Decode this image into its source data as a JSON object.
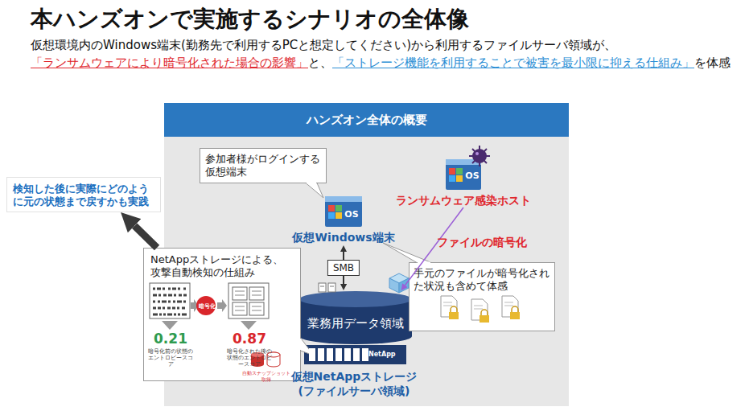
{
  "diagram": {
    "title": "本ハンズオンで実施するシナリオの全体像",
    "nodes": [
      {
        "text": [
          "ハンズオン全体の概要"
        ]
      },
      {
        "text": [
          "参加者様がログインする仮想端末"
        ],
        "in": 0
      },
      {
        "text": [
          "OS",
          "仮想Windows端末"
        ],
        "in": 0
      },
      {
        "text": [
          "OS",
          "ランサムウェア感染ホスト"
        ],
        "in": 0
      },
      {
        "text": [
          "業務用データ領域"
        ],
        "in": 0
      },
      {
        "text": [
          "NetApp",
          "仮想NetAppストレージ (ファイルサーバ領域)"
        ],
        "in": 0
      },
      {
        "text": [
          "NetAppストレージによる、攻撃自動検知の仕組み",
          "暗号化",
          "0.21",
          "暗号化前の状態のエントロピースコア",
          "0.87",
          "暗号化された後の状態のエントロピースコア",
          "自動スナップショット取得"
        ],
        "in": 0
      },
      {
        "text": [
          "手元のファイルが暗号化された状況も含めて体感"
        ],
        "in": 0
      },
      {
        "text": [
          "検知した後に実際にどのように元の状態まで戻すかも実践"
        ]
      }
    ],
    "edges": [
      {
        "from": 2,
        "to": 4,
        "label": "SMB",
        "arrow": "both"
      },
      {
        "from": 3,
        "to": 4,
        "label": "ファイルの暗号化",
        "arrow": "to"
      },
      {
        "from": 6,
        "to": 8,
        "arrow": "to"
      }
    ],
    "labels": [
      "仮想環境内のWindows端末(勤務先で利用するPCと想定してください)から利用するファイルサーバ領域が、",
      "「ランサムウェアにより暗号化された場合の影響」",
      "と、",
      "「ストレージ機能を利用することで被害を最小限に抑える仕組み」",
      "を体感"
    ]
  }
}
